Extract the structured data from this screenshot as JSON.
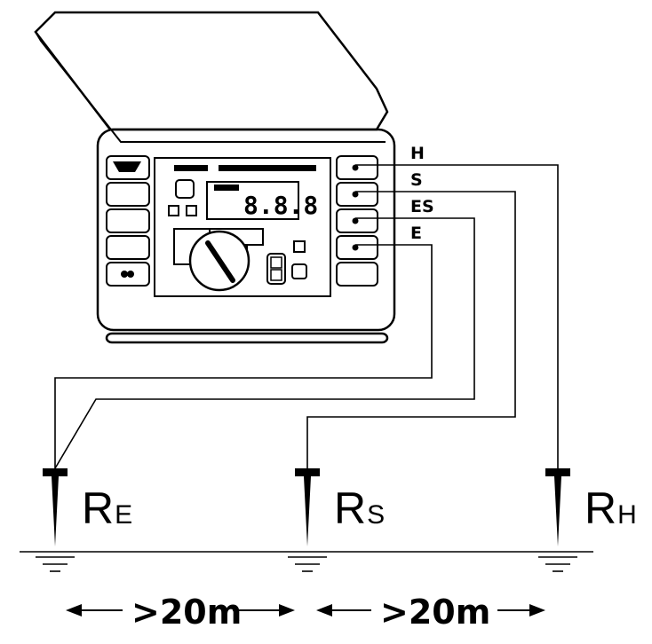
{
  "meter": {
    "display_value": "8.8.8"
  },
  "terminals": [
    {
      "label": "H"
    },
    {
      "label": "S"
    },
    {
      "label": "ES"
    },
    {
      "label": "E"
    }
  ],
  "electrodes": [
    {
      "main": "R",
      "sub": "E"
    },
    {
      "main": "R",
      "sub": "S"
    },
    {
      "main": "R",
      "sub": "H"
    }
  ],
  "distances": [
    {
      "label": ">20m"
    },
    {
      "label": ">20m"
    }
  ],
  "colors": {
    "line": "#000000",
    "background": "#ffffff"
  }
}
